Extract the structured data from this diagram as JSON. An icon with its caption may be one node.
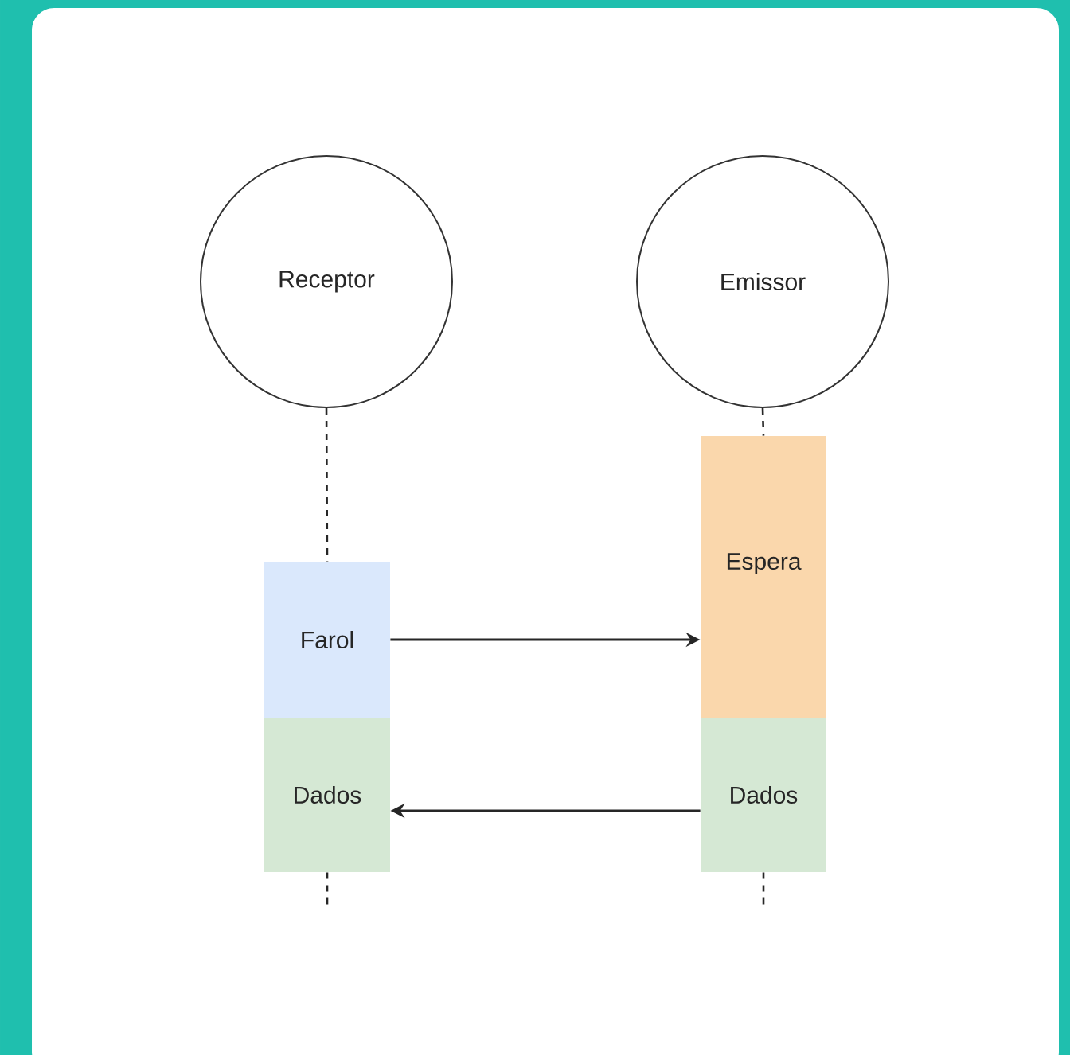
{
  "diagram": {
    "nodes": [
      {
        "text": [
          "Receptor"
        ]
      },
      {
        "text": [
          "Emissor"
        ]
      },
      {
        "text": [
          "Farol"
        ]
      },
      {
        "text": [
          "Espera"
        ]
      },
      {
        "text": [
          "Dados"
        ]
      },
      {
        "text": [
          "Dados"
        ]
      }
    ],
    "edges": [
      {
        "from": 0,
        "to": 2,
        "arrow": "none",
        "style": "dashed"
      },
      {
        "from": 1,
        "to": 3,
        "arrow": "none",
        "style": "dashed"
      },
      {
        "from": 2,
        "to": 3,
        "arrow": "to"
      },
      {
        "from": 5,
        "to": 4,
        "arrow": "to"
      },
      {
        "from": 4,
        "to": null,
        "arrow": "none",
        "style": "dashed"
      },
      {
        "from": 5,
        "to": null,
        "arrow": "none",
        "style": "dashed"
      }
    ]
  }
}
